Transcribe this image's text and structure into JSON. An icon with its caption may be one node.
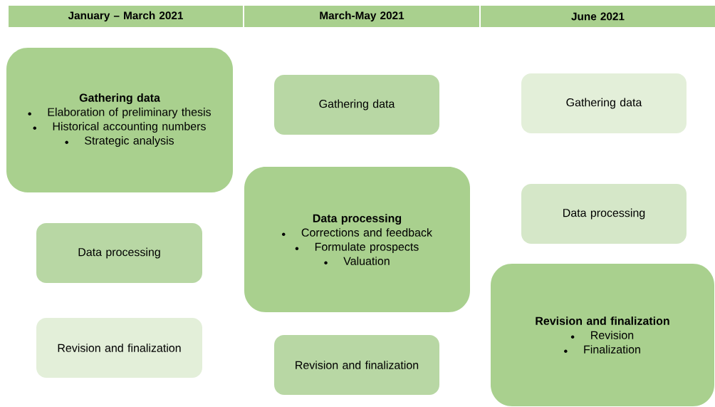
{
  "diagram": {
    "nodes": [
      {
        "text": [
          "January – March 2021"
        ]
      },
      {
        "text": [
          "March-May 2021"
        ]
      },
      {
        "text": [
          "June 2021"
        ]
      },
      {
        "text": [
          "Gathering data",
          "Elaboration of preliminary thesis",
          "Historical accounting numbers",
          "Strategic analysis"
        ]
      },
      {
        "text": [
          "Data processing"
        ]
      },
      {
        "text": [
          "Revision and finalization"
        ]
      },
      {
        "text": [
          "Gathering data"
        ]
      },
      {
        "text": [
          "Data processing",
          "Corrections and feedback",
          "Formulate prospects",
          "Valuation"
        ]
      },
      {
        "text": [
          "Revision and finalization"
        ]
      },
      {
        "text": [
          "Gathering data"
        ]
      },
      {
        "text": [
          "Data processing"
        ]
      },
      {
        "text": [
          "Revision and finalization",
          "Revision",
          "Finalization"
        ]
      }
    ]
  }
}
